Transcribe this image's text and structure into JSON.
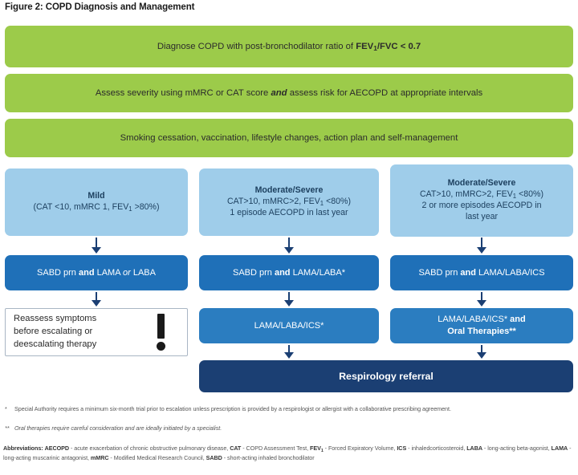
{
  "figure": {
    "title": "Figure 2: COPD Diagnosis and Management"
  },
  "colors": {
    "green": "#9ccb4a",
    "light_blue": "#9fcdea",
    "mid_blue": "#1f70b8",
    "mid_blue_alt": "#2b7dc0",
    "navy": "#1b3f73",
    "white_box_border": "#a9b6c4"
  },
  "steps": {
    "diagnose": {
      "prefix": "Diagnose COPD with post-bronchodilator ratio of ",
      "bold_a": "FEV",
      "bold_sub": "1",
      "bold_b": "/FVC < 0.7"
    },
    "assess": {
      "prefix": "Assess severity using mMRC or CAT score ",
      "emphasis": "and",
      "suffix": " assess risk for AECOPD at appropriate intervals"
    },
    "management": {
      "text": "Smoking cessation, vaccination, lifestyle changes, action plan and self-management"
    }
  },
  "columns": [
    {
      "severity_title": "Mild",
      "severity_line_1_a": "(CAT <10, mMRC 1, FEV",
      "severity_line_1_sub": "1",
      "severity_line_1_b": " >80%)",
      "severity_line_2": "",
      "severity_line_3": "",
      "treatment_1_a": "SABD prn ",
      "treatment_1_bold": "and",
      "treatment_1_b": " LAMA ",
      "treatment_1_italic": "or",
      "treatment_1_c": " LABA",
      "reassess_line_1": "Reassess symptoms",
      "reassess_line_2": "before escalating or",
      "reassess_line_3": "deescalating therapy",
      "reassess_icon": "exclamation-icon"
    },
    {
      "severity_title": "Moderate/Severe",
      "severity_line_1_a": "CAT>10, mMRC>2, FEV",
      "severity_line_1_sub": "1",
      "severity_line_1_b": " <80%)",
      "severity_line_2": "1 episode AECOPD in last year",
      "severity_line_3": "",
      "treatment_1_a": "SABD prn ",
      "treatment_1_bold": "and",
      "treatment_1_b": " LAMA/LABA*",
      "treatment_2": "LAMA/LABA/ICS*"
    },
    {
      "severity_title": "Moderate/Severe",
      "severity_line_1_a": "CAT>10, mMRC>2, FEV",
      "severity_line_1_sub": "1",
      "severity_line_1_b": " <80%)",
      "severity_line_2": "2 or more episodes AECOPD in",
      "severity_line_3": "last year",
      "treatment_1_a": "SABD prn ",
      "treatment_1_bold": "and",
      "treatment_1_b": " LAMA/LABA/ICS",
      "treatment_2_a": "LAMA/LABA/ICS* ",
      "treatment_2_bold": "and",
      "treatment_2_line2": "Oral Therapies**"
    }
  ],
  "referral": {
    "label": "Respirology referral"
  },
  "footnotes": [
    {
      "mark": "*",
      "text": "Special Authority requires a minimum six-month trial prior to escalation unless prescription is provided by a respirologist or allergist with a collaborative prescribing agreement."
    },
    {
      "mark": "**",
      "text": "Oral therapies require careful consideration and are ideally initiated by a specialist."
    }
  ],
  "abbreviations": {
    "heading": "Abbreviations:",
    "line_1_items": [
      {
        "term": "AECOPD",
        "def": " - acute exacerbation of chronic obstructive pulmonary disease, "
      },
      {
        "term": "CAT",
        "def": " - COPD Assessment Test, "
      },
      {
        "term": "FEV",
        "sub": "1",
        "def": " - Forced Expiratory Volume, "
      },
      {
        "term": "ICS",
        "def": " - inhaled"
      }
    ],
    "line_2_items": [
      {
        "term": "",
        "def": "corticosteroid, "
      },
      {
        "term": "LABA",
        "def": " - long-acting beta-agonist, "
      },
      {
        "term": "LAMA",
        "def": " - long-acting muscarinic antagonist, "
      },
      {
        "term": "mMRC",
        "def": " - Modified Medical Research Council, "
      },
      {
        "term": "SABD",
        "def": " - short-acting inhaled"
      }
    ],
    "line_3": "bronchodilator"
  }
}
